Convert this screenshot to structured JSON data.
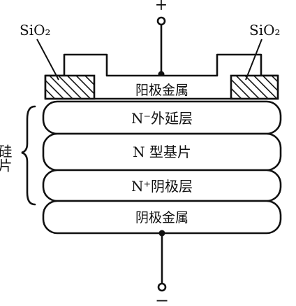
{
  "terminals": {
    "positive": "+",
    "negative": "−"
  },
  "oxide": {
    "left_label": "SiO₂",
    "right_label": "SiO₂"
  },
  "layers": {
    "anode_metal": "阳极金属",
    "epitaxial": "N⁻外延层",
    "substrate": "N 型基片",
    "cathode_layer": "N⁺阴极层",
    "cathode_metal": "阴极金属"
  },
  "brace_label": "硅片"
}
